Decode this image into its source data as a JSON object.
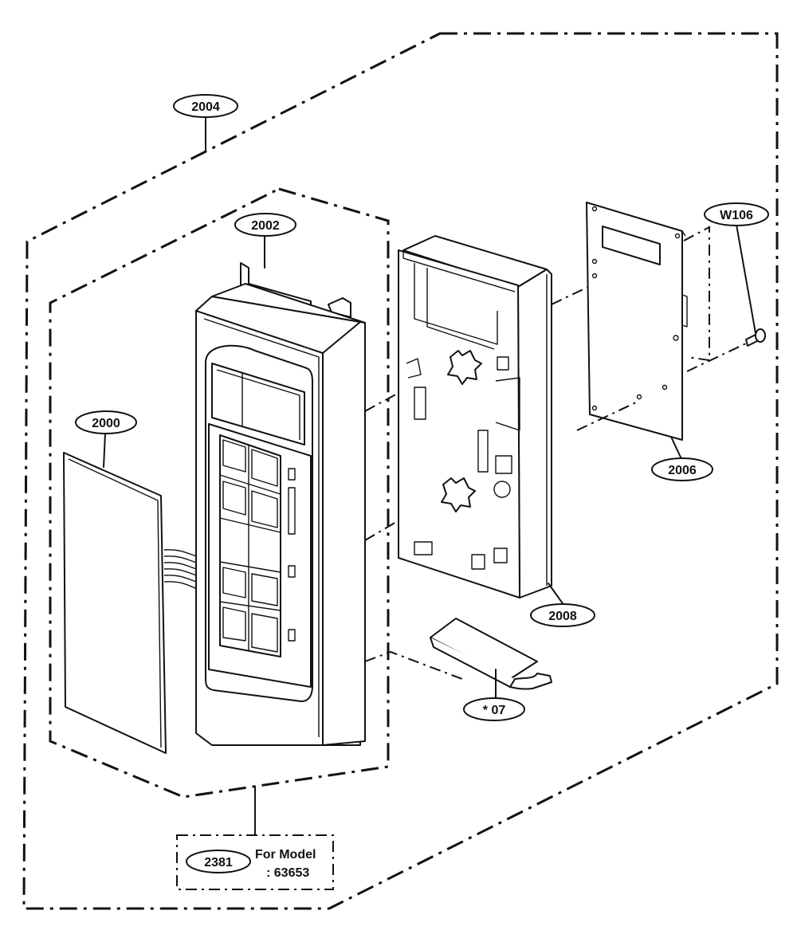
{
  "labels": {
    "l2004": "2004",
    "l2002": "2002",
    "l2000": "2000",
    "l2008": "2008",
    "l2006": "2006",
    "lW106": "W106",
    "l07": "* 07",
    "l2381": "2381"
  },
  "model_note": {
    "line1": "For Model",
    "line2": ": 63653"
  }
}
